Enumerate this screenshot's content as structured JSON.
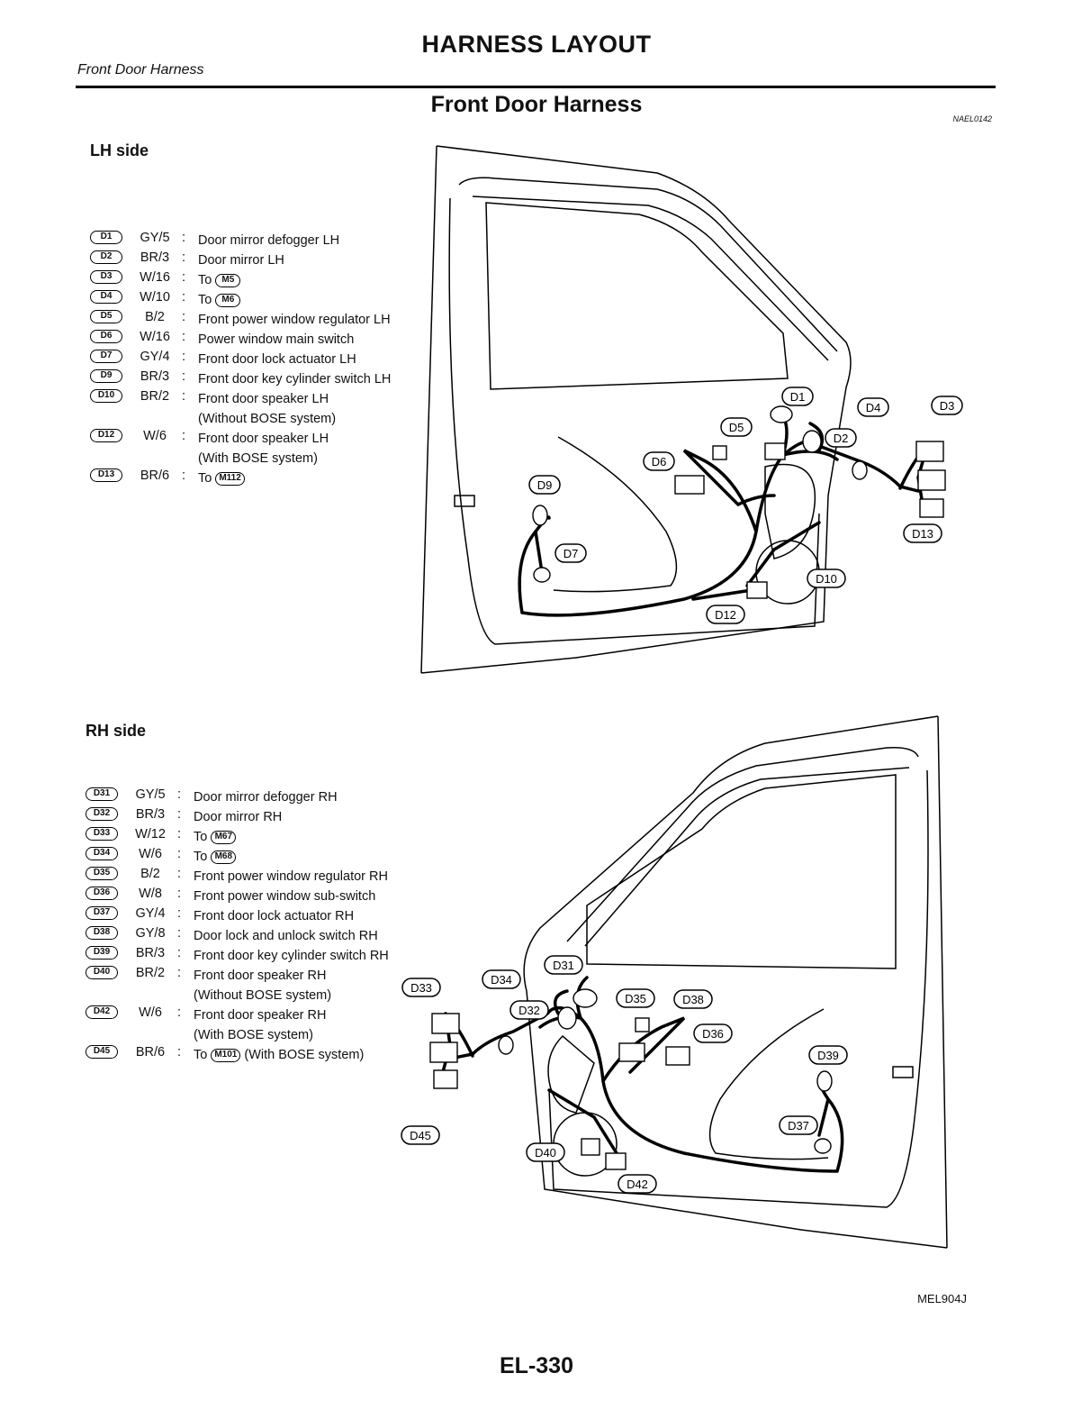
{
  "header": {
    "title": "HARNESS LAYOUT",
    "subheader": "Front Door Harness",
    "section_title": "Front Door Harness",
    "ref_code": "NAEL0142"
  },
  "lh": {
    "heading": "LH side",
    "items": [
      {
        "id": "D1",
        "code": "GY/5",
        "desc": "Door mirror defogger LH"
      },
      {
        "id": "D2",
        "code": "BR/3",
        "desc": "Door mirror LH"
      },
      {
        "id": "D3",
        "code": "W/16",
        "desc": "To",
        "ref": "M5"
      },
      {
        "id": "D4",
        "code": "W/10",
        "desc": "To",
        "ref": "M6"
      },
      {
        "id": "D5",
        "code": "B/2",
        "desc": "Front power window regulator LH"
      },
      {
        "id": "D6",
        "code": "W/16",
        "desc": "Power window main switch"
      },
      {
        "id": "D7",
        "code": "GY/4",
        "desc": "Front door lock actuator LH"
      },
      {
        "id": "D9",
        "code": "BR/3",
        "desc": "Front door key cylinder switch LH"
      },
      {
        "id": "D10",
        "code": "BR/2",
        "desc": "Front door speaker LH",
        "desc2": "(Without BOSE system)"
      },
      {
        "id": "D12",
        "code": "W/6",
        "desc": "Front door speaker LH",
        "desc2": "(With BOSE system)"
      },
      {
        "id": "D13",
        "code": "BR/6",
        "desc": "To",
        "ref": "M112"
      }
    ],
    "callouts": [
      "D1",
      "D2",
      "D3",
      "D4",
      "D5",
      "D6",
      "D7",
      "D9",
      "D10",
      "D12",
      "D13"
    ]
  },
  "rh": {
    "heading": "RH side",
    "items": [
      {
        "id": "D31",
        "code": "GY/5",
        "desc": "Door mirror defogger RH"
      },
      {
        "id": "D32",
        "code": "BR/3",
        "desc": "Door mirror RH"
      },
      {
        "id": "D33",
        "code": "W/12",
        "desc": "To",
        "ref": "M67"
      },
      {
        "id": "D34",
        "code": "W/6",
        "desc": "To",
        "ref": "M68"
      },
      {
        "id": "D35",
        "code": "B/2",
        "desc": "Front power window regulator RH"
      },
      {
        "id": "D36",
        "code": "W/8",
        "desc": "Front power window sub-switch"
      },
      {
        "id": "D37",
        "code": "GY/4",
        "desc": "Front door lock actuator RH"
      },
      {
        "id": "D38",
        "code": "GY/8",
        "desc": "Door lock and unlock switch RH"
      },
      {
        "id": "D39",
        "code": "BR/3",
        "desc": "Front door key cylinder switch RH"
      },
      {
        "id": "D40",
        "code": "BR/2",
        "desc": "Front door speaker RH",
        "desc2": "(Without BOSE system)"
      },
      {
        "id": "D42",
        "code": "W/6",
        "desc": "Front door speaker RH",
        "desc2": "(With BOSE system)"
      },
      {
        "id": "D45",
        "code": "BR/6",
        "desc": "To",
        "ref": "M101",
        "desc_after": "(With BOSE system)"
      }
    ],
    "callouts": [
      "D31",
      "D32",
      "D33",
      "D34",
      "D35",
      "D36",
      "D37",
      "D38",
      "D39",
      "D40",
      "D42",
      "D45"
    ]
  },
  "footer": {
    "figure_code": "MEL904J",
    "page": "EL-330"
  }
}
